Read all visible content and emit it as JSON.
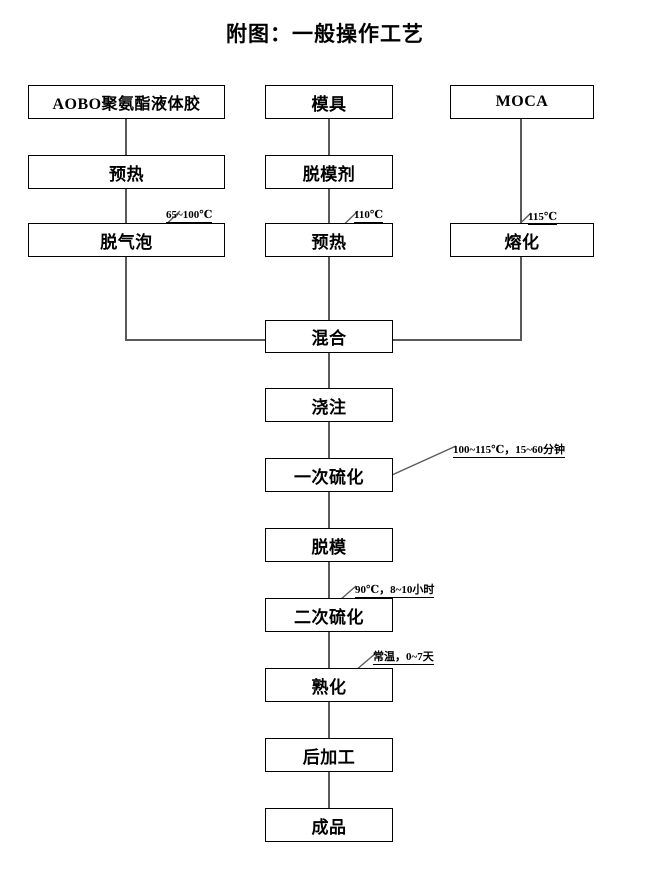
{
  "title": "附图：一般操作工艺",
  "nodes": {
    "glue": "AOBO聚氨酯液体胶",
    "preheat_left": "预热",
    "degas": "脱气泡",
    "mold": "模具",
    "release_agent": "脱模剂",
    "preheat_mid": "预热",
    "moca": "MOCA",
    "melt": "熔化",
    "mix": "混合",
    "pour": "浇注",
    "first_cure": "一次硫化",
    "demold": "脱模",
    "second_cure": "二次硫化",
    "maturation": "熟化",
    "post_process": "后加工",
    "finished": "成品"
  },
  "notes": {
    "degas_temp": "65~100℃",
    "preheat_mid_temp": "110℃",
    "melt_temp": "115℃",
    "first_cure_cond": "100~115℃，15~60分钟",
    "second_cure_cond": "90℃，8~10小时",
    "maturation_cond": "常温，0~7天"
  },
  "colors": {
    "line": "#595959",
    "border": "#000000",
    "text": "#000000",
    "background": "#ffffff"
  }
}
